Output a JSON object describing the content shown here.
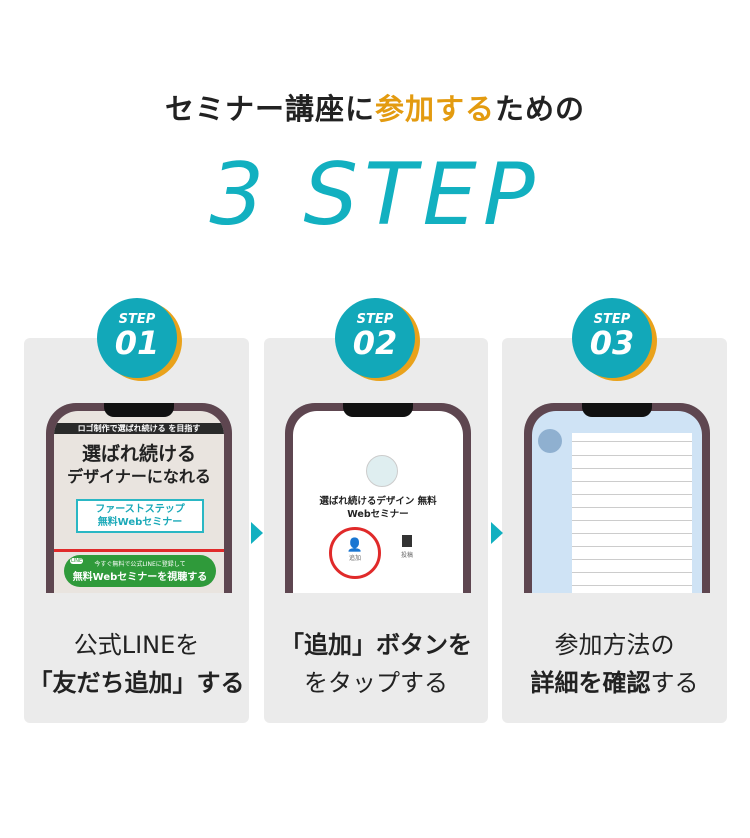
{
  "header": {
    "title_pre": "セミナー講座に",
    "title_hl": "参加する",
    "title_post": "ための",
    "big": "3 STEP"
  },
  "steps": [
    {
      "label": "STEP",
      "num": "01",
      "caption_1": "公式LINEを",
      "caption_2": "「友だち追加」する",
      "screen": {
        "top": "ロゴ制作で選ばれ続ける を目指す",
        "h1": "選ばれ続ける",
        "h2": "デザイナーになれる",
        "box1": "ファーストステップ",
        "box2": "無料Webセミナー",
        "btn_small": "今すぐ無料で公式LINEに登録して",
        "btn": "無料Webセミナーを視聴する",
        "line": "LINE"
      }
    },
    {
      "label": "STEP",
      "num": "02",
      "caption_1": "「追加」ボタンを",
      "caption_2": "をタップする",
      "screen": {
        "name": "選ばれ続けるデザイン 無料",
        "name2": "Webセミナー",
        "add": "追加",
        "post": "投稿"
      }
    },
    {
      "label": "STEP",
      "num": "03",
      "caption_1": "参加方法の",
      "caption_2_b": "詳細を確認",
      "caption_2": "する"
    }
  ],
  "colors": {
    "teal": "#12b0c0",
    "orange": "#e39b10",
    "red": "#e02a2a",
    "green": "#2f9a3a"
  }
}
